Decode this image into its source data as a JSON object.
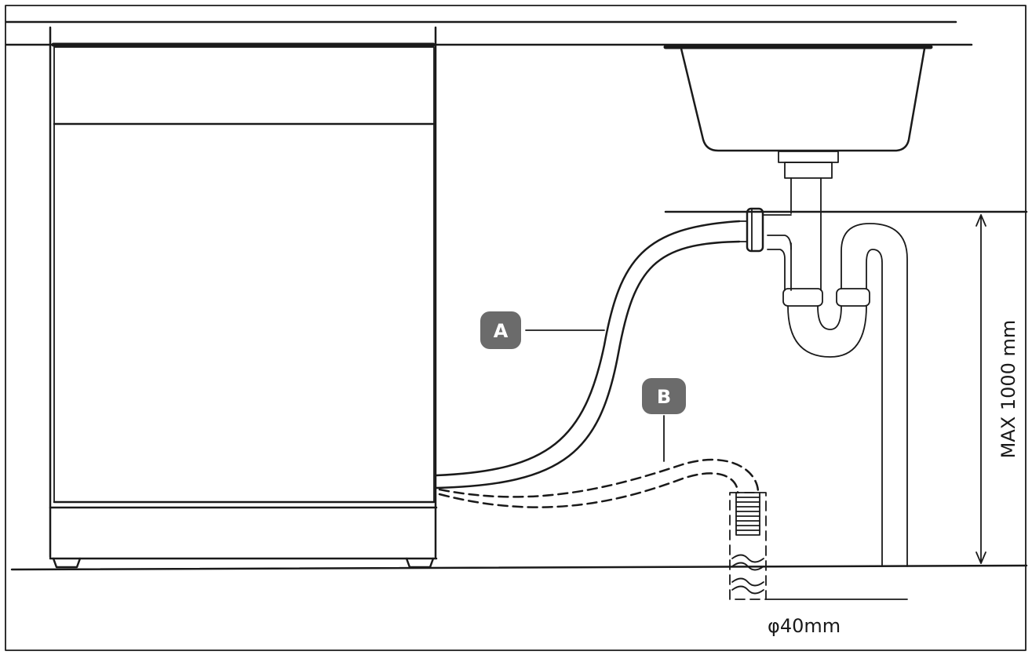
{
  "labels": {
    "hose_a": "A",
    "hose_b": "B",
    "max_height": "MAX 1000 mm",
    "pipe_diameter": "φ40mm"
  }
}
